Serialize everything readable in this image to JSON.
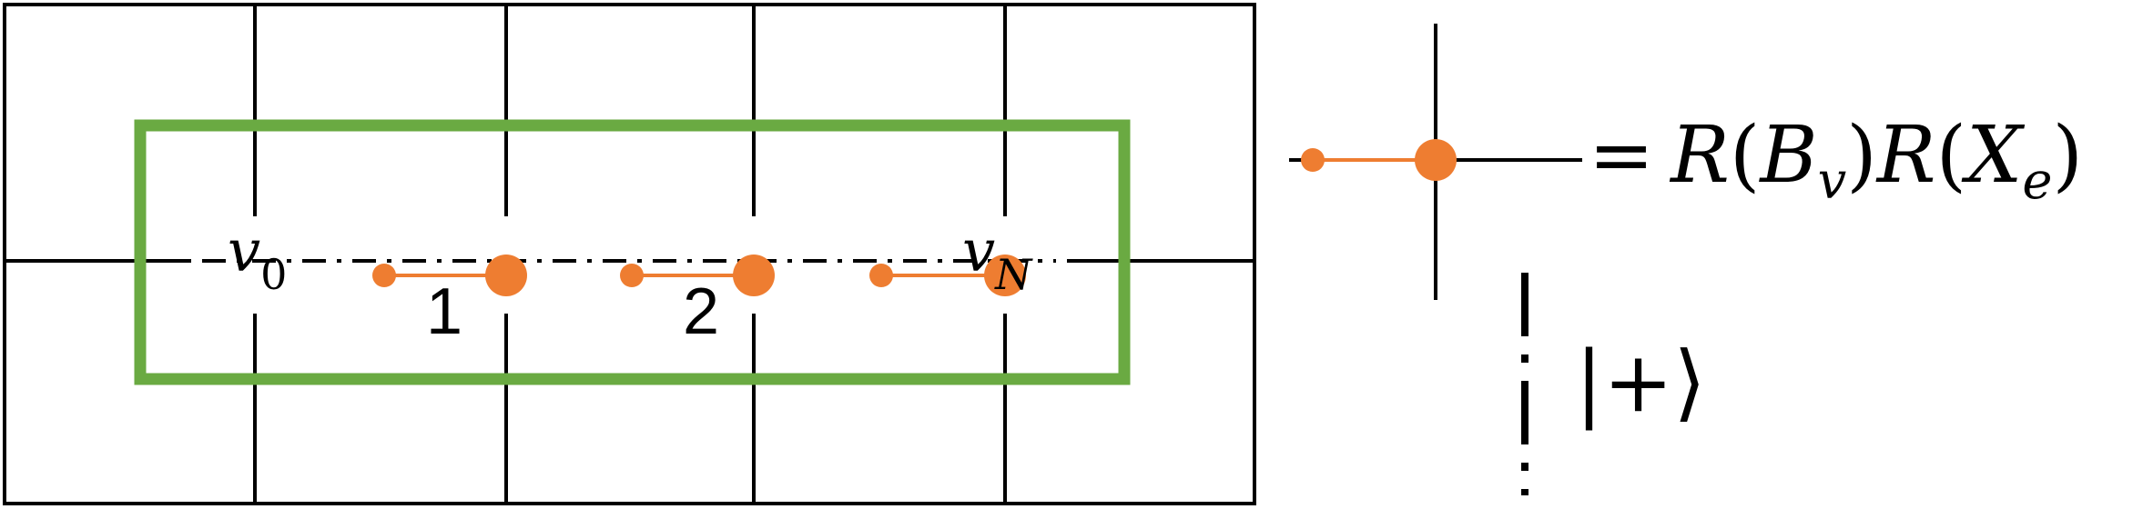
{
  "lattice": {
    "vertex_start_label": "v",
    "vertex_start_sub": "0",
    "vertex_end_label": "v",
    "vertex_end_sub": "N",
    "segment_labels": [
      "1",
      "2"
    ]
  },
  "legend": {
    "gate_equation": {
      "eq": "=",
      "R1": "R",
      "B": "B",
      "B_sub": "v",
      "R2": "R",
      "X": "X",
      "X_sub": "e"
    },
    "state_label": "|+⟩"
  },
  "colors": {
    "lattice": "#000000",
    "region_border": "#6aaa42",
    "gate": "#ee7d31"
  }
}
